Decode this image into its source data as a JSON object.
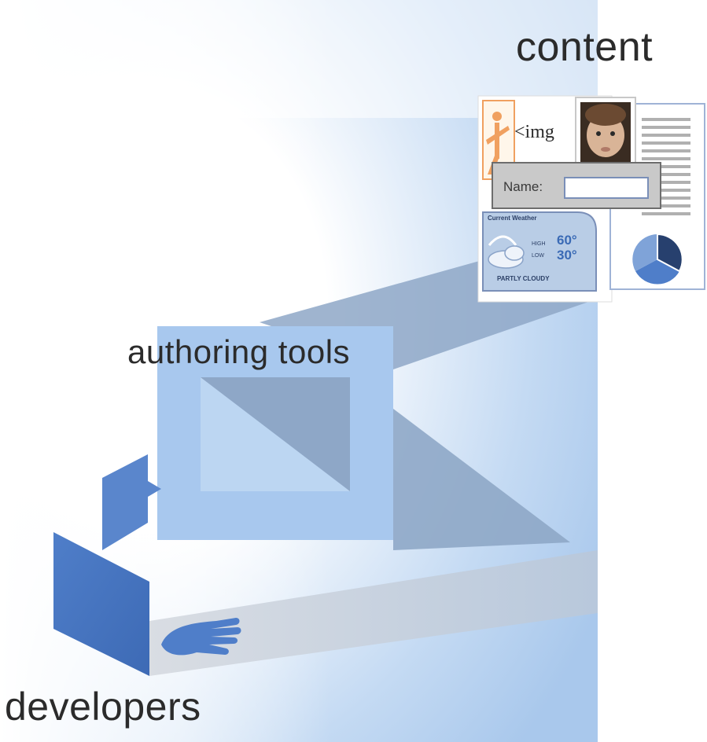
{
  "labels": {
    "content": "content",
    "authoring_tools": "authoring tools",
    "developers": "developers"
  },
  "content_panel": {
    "img_tag": "<img",
    "form_label": "Name:",
    "weather_title": "Current Weather",
    "weather_high": "60°",
    "weather_low": "30°",
    "weather_hi_label": "HIGH",
    "weather_lo_label": "LOW",
    "weather_condition": "PARTLY CLOUDY"
  },
  "colors": {
    "background": "#ffffff",
    "light_blue": "#a8c8ee",
    "mid_blue": "#5a86cc",
    "shadow": "#8ea7c7",
    "text": "#2b2b2b",
    "orange": "#f0a060"
  }
}
